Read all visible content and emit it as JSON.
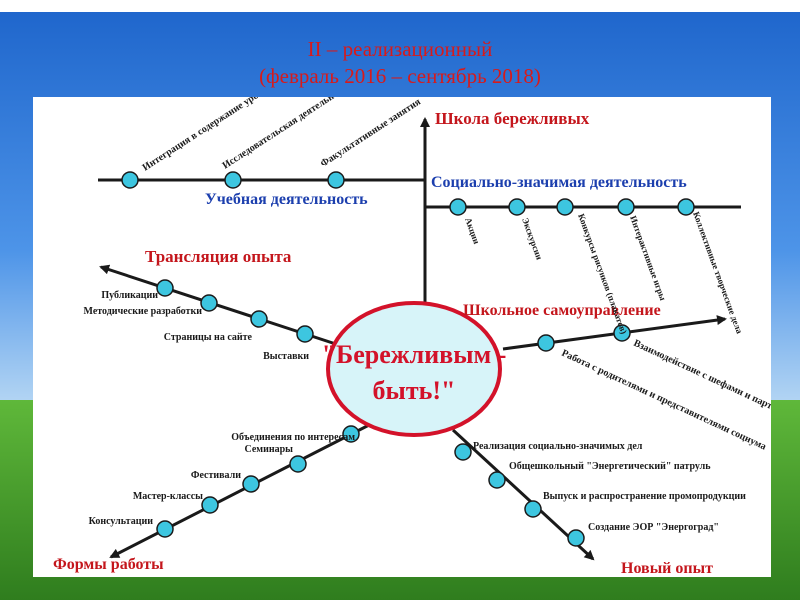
{
  "title": {
    "line1": "II – реализационный",
    "line2": "(февраль 2016 – сентябрь 2018)"
  },
  "colors": {
    "title": "#d81a1a",
    "heading": "#c4161c",
    "subheading": "#1c3fae",
    "node": "#3dc6e0",
    "center_fill": "#d7f4f9",
    "center_border": "#d3122a",
    "line": "#1a1a1a"
  },
  "center": {
    "line1": "\"Бережливым -",
    "line2": "быть!\""
  },
  "branches": {
    "school": {
      "heading": "Школа бережливых",
      "study": {
        "label": "Учебная деятельность",
        "items": [
          "Интеграция в содержание уроков",
          "Исследовательская деятельность",
          "Факультативные занятия"
        ]
      },
      "social": {
        "label": "Социально-значимая деятельность",
        "items": [
          "Акции",
          "Экскурсии",
          "Конкурсы рисунков (плакатов)",
          "Интерактивные игры",
          "Коллективные творческие дела"
        ]
      }
    },
    "translation": {
      "heading": "Трансляция опыта",
      "items": [
        "Публикации",
        "Методические разработки",
        "Страницы на сайте",
        "Выставки"
      ]
    },
    "selfgov": {
      "heading": "Школьное самоуправление",
      "items": [
        "Взаимодействие с шефами и партнерами",
        "Работа с родителями и представителями социума"
      ]
    },
    "forms": {
      "heading": "Формы работы",
      "items": [
        "Объединения по интересам",
        "Семинары",
        "Фестивали",
        "Мастер-классы",
        "Консультации"
      ]
    },
    "new": {
      "heading": "Новый опыт",
      "items": [
        "Реализация социально-значимых дел",
        "Общешкольный \"Энергетический\" патруль",
        "Выпуск и распространение промопродукции",
        "Создание ЭОР \"Энергоград\""
      ]
    }
  }
}
